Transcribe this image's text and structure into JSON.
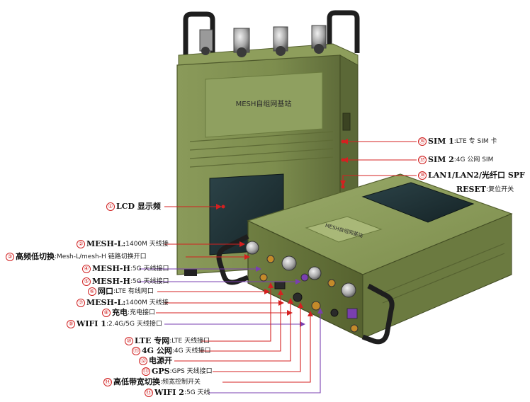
{
  "device": {
    "panel_label": "MESH自组网基站",
    "front_label": "MESH自组网基站"
  },
  "callouts": {
    "c1": {
      "num": "①",
      "name": "LCD 显示频",
      "desc": ""
    },
    "c2": {
      "num": "②",
      "name": "MESH-L:",
      "desc": "1400M 天线接"
    },
    "c3": {
      "num": "③",
      "name": "高频低切换",
      "desc": ":Mesh-L/mesh-H 链路切换开口"
    },
    "c4": {
      "num": "④",
      "name": "MESH-H",
      "desc": ":5G 天线接口"
    },
    "c5": {
      "num": "⑤",
      "name": "MESH-H",
      "desc": ":5G 天线接口"
    },
    "c6": {
      "num": "⑥",
      "name": "网口",
      "desc": ":LTE 有线网口"
    },
    "c7": {
      "num": "⑦",
      "name": "MESH-L:",
      "desc": "1400M 天线接"
    },
    "c8": {
      "num": "⑧",
      "name": "充电",
      "desc": ":充电接口"
    },
    "c9": {
      "num": "⑨",
      "name": "WIFI 1",
      "desc": ":2.4G/5G 天线接口"
    },
    "c10": {
      "num": "⑩",
      "name": "LTE 专网",
      "desc": ":LTE 天线接口"
    },
    "c11": {
      "num": "⑪",
      "name": "4G 公网",
      "desc": ":4G 天线接口"
    },
    "c12": {
      "num": "⑫",
      "name": "电源开",
      "desc": ""
    },
    "c13": {
      "num": "⑬",
      "name": "GPS",
      "desc": ":GPS 天线接口"
    },
    "c14": {
      "num": "⑭",
      "name": "高低带宽切换",
      "desc": ":频宽控制开关"
    },
    "c15": {
      "num": "⑮",
      "name": "WIFI 2",
      "desc": ":5G 天线"
    },
    "c16": {
      "num": "⑯",
      "name": "SIM 1",
      "desc": ":LTE 专 SIM 卡"
    },
    "c17": {
      "num": "⑰",
      "name": "SIM 2",
      "desc": ":4G 公网 SIM"
    },
    "c18": {
      "num": "⑱",
      "name": "LAN1/LAN2/光纤口 SPF",
      "desc": ""
    },
    "c19": {
      "num": "",
      "name": "RESET",
      "desc": ":复位开关"
    }
  },
  "colors": {
    "red": "#d52020",
    "purple": "#7a3fb0",
    "body": "#7f8f50",
    "body_dark": "#5d6a38",
    "screen": "#1f3236"
  }
}
